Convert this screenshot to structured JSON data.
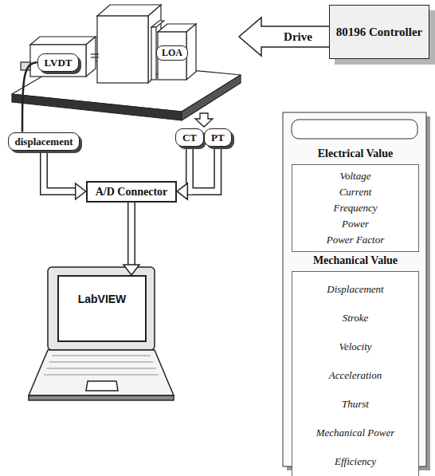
{
  "diagram": {
    "nodes": [
      {
        "text": [
          "80196 Controller"
        ]
      },
      {
        "text": [
          "LVDT"
        ]
      },
      {
        "text": [
          "LOA"
        ]
      },
      {
        "text": [
          "displacement"
        ]
      },
      {
        "text": [
          "CT"
        ]
      },
      {
        "text": [
          "PT"
        ]
      },
      {
        "text": [
          "A/D Connector"
        ]
      },
      {
        "text": [
          "LabVIEW"
        ]
      },
      {
        "text": [
          "Electrical Value",
          "Voltage",
          "Current",
          "Frequency",
          "Power",
          "Power Factor"
        ]
      },
      {
        "text": [
          "Mechanical Value",
          "Displacement",
          "Stroke",
          "Velocity",
          "Acceleration",
          "Thurst",
          "Mechanical Power",
          "Efficiency"
        ]
      }
    ],
    "edges": [
      {
        "from": 1,
        "to": 3,
        "arrow": "none"
      },
      {
        "from": 3,
        "to": 6,
        "arrow": "to"
      },
      {
        "from": 4,
        "to": 6,
        "arrow": "to"
      },
      {
        "from": 5,
        "to": 6,
        "arrow": "to"
      },
      {
        "from": 6,
        "to": 7,
        "arrow": "to"
      }
    ],
    "labels": [
      "Drive"
    ]
  }
}
